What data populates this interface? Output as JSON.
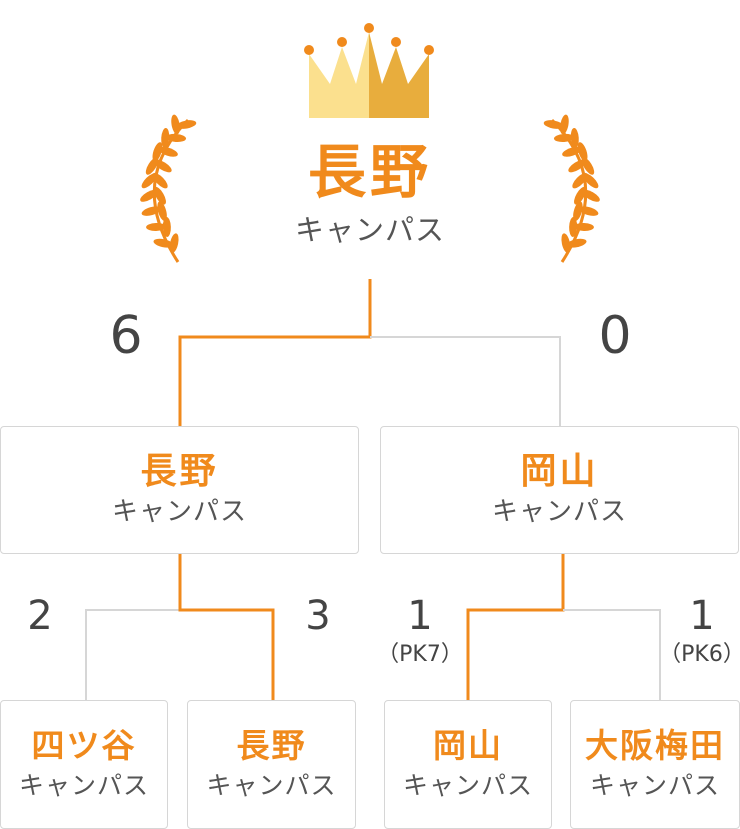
{
  "colors": {
    "accent": "#f08a1c",
    "line_inactive": "#d6d6d6",
    "crown_light": "#fbe08e",
    "crown_dark": "#e8ad3d",
    "crown_dot": "#f08a1c",
    "laurel": "#f08a1c"
  },
  "champion": {
    "icon": "crown-icon",
    "decoration": "laurel-icon",
    "name": "長野",
    "sub": "キャンパス"
  },
  "final": {
    "left": {
      "name": "長野",
      "sub": "キャンパス",
      "score": "6",
      "winner": true
    },
    "right": {
      "name": "岡山",
      "sub": "キャンパス",
      "score": "0",
      "winner": false
    }
  },
  "semis": [
    {
      "left": {
        "name": "四ツ谷",
        "sub": "キャンパス",
        "score": "2",
        "pk": "",
        "winner": false
      },
      "right": {
        "name": "長野",
        "sub": "キャンパス",
        "score": "3",
        "pk": "",
        "winner": true
      }
    },
    {
      "left": {
        "name": "岡山",
        "sub": "キャンパス",
        "score": "1",
        "pk": "（PK7）",
        "winner": true
      },
      "right": {
        "name": "大阪梅田",
        "sub": "キャンパス",
        "score": "1",
        "pk": "（PK6）",
        "winner": false
      }
    }
  ]
}
